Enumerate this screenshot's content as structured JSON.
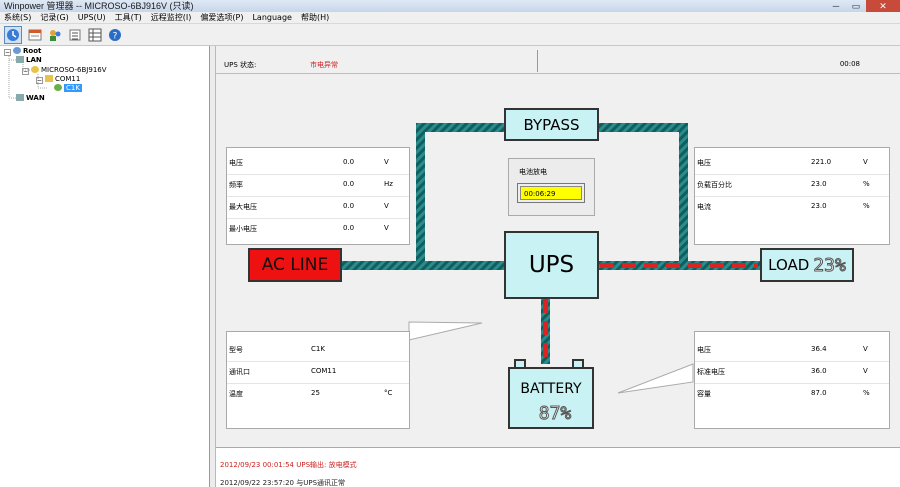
{
  "window": {
    "title": "Winpower 管理器 -- MICROSO-6BJ916V (只读)",
    "min": "─",
    "max": "▭",
    "close": "✕"
  },
  "menu": [
    "系统(S)",
    "记录(G)",
    "UPS(U)",
    "工具(T)",
    "远程监控(I)",
    "偏爱选项(P)",
    "Language",
    "帮助(H)"
  ],
  "tree": {
    "root": "Root",
    "lan": "LAN",
    "host": "MICROSO-6BJ916V",
    "com": "COM11",
    "device": "C1K",
    "wan": "WAN"
  },
  "status": {
    "label": "UPS 状态:",
    "value": "市电异常",
    "time": "00:08"
  },
  "input_info": [
    {
      "label": "电压",
      "value": "0.0",
      "unit": "V"
    },
    {
      "label": "频率",
      "value": "0.0",
      "unit": "Hz"
    },
    {
      "label": "最大电压",
      "value": "0.0",
      "unit": "V"
    },
    {
      "label": "最小电压",
      "value": "0.0",
      "unit": "V"
    }
  ],
  "output_info": [
    {
      "label": "电压",
      "value": "221.0",
      "unit": "V"
    },
    {
      "label": "负载百分比",
      "value": "23.0",
      "unit": "%"
    },
    {
      "label": "电流",
      "value": "23.0",
      "unit": "%"
    }
  ],
  "device_info": [
    {
      "label": "型号",
      "value": "C1K",
      "unit": ""
    },
    {
      "label": "通讯口",
      "value": "COM11",
      "unit": ""
    },
    {
      "label": "温度",
      "value": "25",
      "unit": "°C"
    }
  ],
  "battery_info": [
    {
      "label": "电压",
      "value": "36.4",
      "unit": "V"
    },
    {
      "label": "标准电压",
      "value": "36.0",
      "unit": "V"
    },
    {
      "label": "容量",
      "value": "87.0",
      "unit": "%"
    }
  ],
  "diagram": {
    "acline": "AC LINE",
    "bypass": "BYPASS",
    "ups": "UPS",
    "load": "LOAD",
    "load_pct": "23%",
    "battery": "BATTERY",
    "battery_pct": "87%",
    "discharge_label": "电池放电",
    "discharge_time": "00:06:29"
  },
  "log": [
    "2012/09/23 00:01:54  UPS输出: 放电模式",
    "2012/09/22 23:57:20  与UPS通讯正常"
  ],
  "colors": {
    "pipe": "#2a8c8c",
    "pipe_dark": "#105a5a",
    "active": "#dd2222",
    "acline": "#ee1111",
    "box": "#c9f2f4"
  }
}
